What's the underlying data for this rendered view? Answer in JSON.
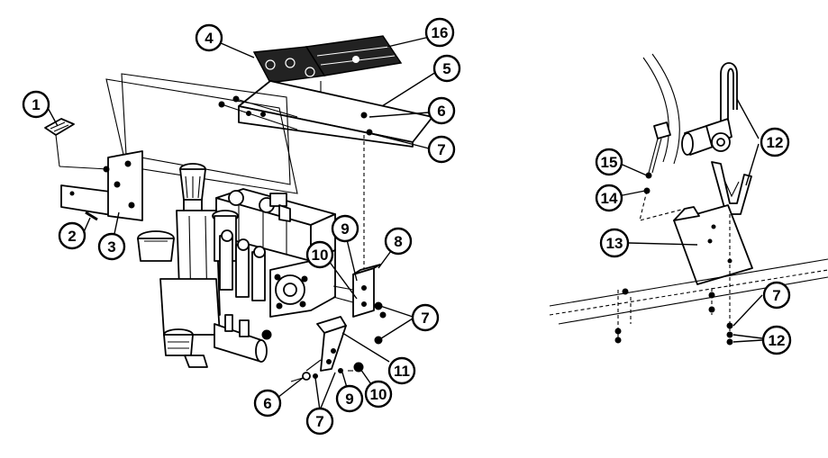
{
  "callouts": [
    {
      "id": "c1",
      "label": "1"
    },
    {
      "id": "c2",
      "label": "2"
    },
    {
      "id": "c3",
      "label": "3"
    },
    {
      "id": "c4",
      "label": "4"
    },
    {
      "id": "c5",
      "label": "5"
    },
    {
      "id": "c6a",
      "label": "6"
    },
    {
      "id": "c7a",
      "label": "7"
    },
    {
      "id": "c8",
      "label": "8"
    },
    {
      "id": "c9a",
      "label": "9"
    },
    {
      "id": "c10a",
      "label": "10"
    },
    {
      "id": "c7b",
      "label": "7"
    },
    {
      "id": "c11",
      "label": "11"
    },
    {
      "id": "c10b",
      "label": "10"
    },
    {
      "id": "c9b",
      "label": "9"
    },
    {
      "id": "c7c",
      "label": "7"
    },
    {
      "id": "c6b",
      "label": "6"
    },
    {
      "id": "c16",
      "label": "16"
    },
    {
      "id": "c15",
      "label": "15"
    },
    {
      "id": "c14",
      "label": "14"
    },
    {
      "id": "c13",
      "label": "13"
    },
    {
      "id": "c12a",
      "label": "12"
    },
    {
      "id": "c7d",
      "label": "7"
    },
    {
      "id": "c12b",
      "label": "12"
    }
  ]
}
